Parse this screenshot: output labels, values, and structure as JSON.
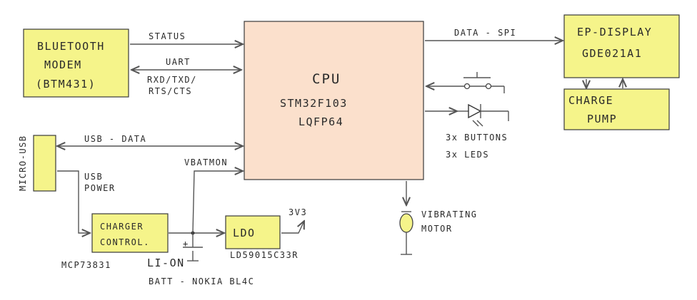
{
  "blocks": {
    "bluetooth": [
      "BLUETOOTH",
      "MODEM",
      "(BTM431)"
    ],
    "cpu": [
      "CPU",
      "STM32F103",
      "LQFP64"
    ],
    "display": [
      "EP-DISPLAY",
      "GDE021A1"
    ],
    "charge_pump": [
      "CHARGE",
      "PUMP"
    ],
    "charger": [
      "CHARGER",
      "CONTROL."
    ],
    "ldo": "LDO"
  },
  "labels": {
    "status": "STATUS",
    "uart": "UART",
    "uart_pins_1": "RXD/TXD/",
    "uart_pins_2": "RTS/CTS",
    "data_spi": "DATA - SPI",
    "usb_data": "USB - DATA",
    "micro_usb": "MICRO-USB",
    "usb_power_1": "USB",
    "usb_power_2": "POWER",
    "vbatmon": "VBATMON",
    "buttons": "3x BUTTONS",
    "leds": "3x LEDS",
    "vibrating_1": "VIBRATING",
    "vibrating_2": "MOTOR",
    "v3v3": "3V3",
    "mcp": "MCP73831",
    "ldo_part": "LD59015C33R",
    "liion": "LI-ON",
    "batt": "BATT - NOKIA  BL4C",
    "plus": "+"
  },
  "colors": {
    "block_fill": "#f5f48a",
    "cpu_fill": "#fbe0cc",
    "ink": "#2a2a2a"
  }
}
